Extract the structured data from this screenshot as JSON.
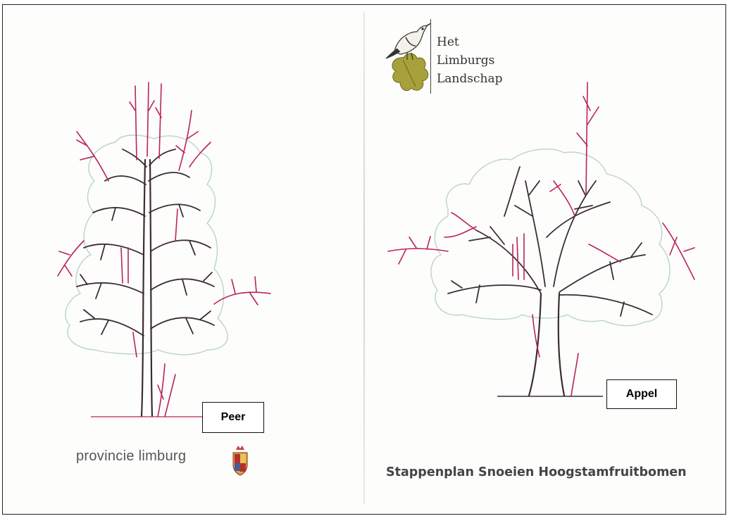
{
  "left_page": {
    "tree_label": "Peer",
    "footer_text": "provincie limburg",
    "emblem_icon": "province-coat-of-arms-icon"
  },
  "right_page": {
    "tree_label": "Appel",
    "logo": {
      "lines": [
        "Het",
        "Limburgs",
        "Landschap"
      ],
      "icon": "bird-on-oak-leaf-icon"
    },
    "title": "Stappenplan Snoeien Hoogstamfruitbomen"
  },
  "colors": {
    "branch": "#3a2d33",
    "pruned": "#b8245a",
    "foliage": "#b9d4c7"
  }
}
